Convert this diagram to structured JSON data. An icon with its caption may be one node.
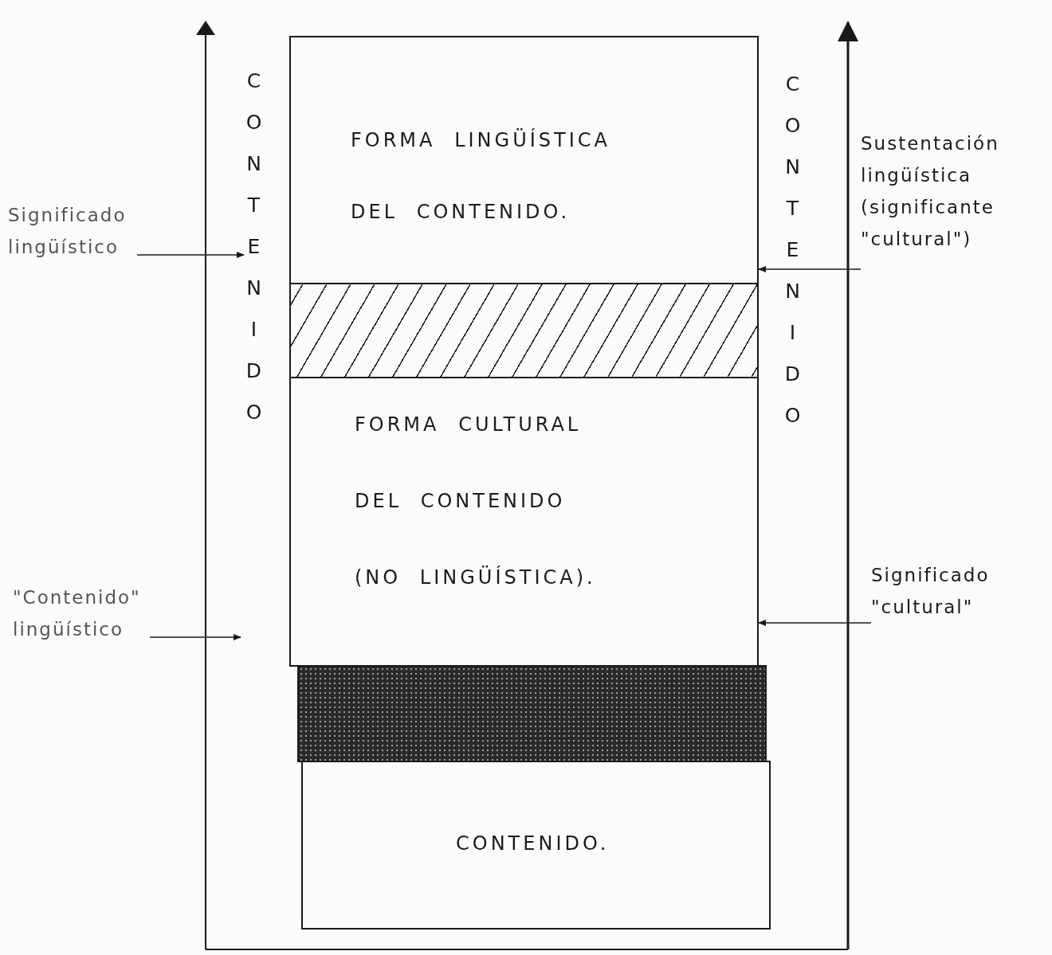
{
  "diagram": {
    "nodes": [
      {
        "text": [
          "FORMA LINGÜÍSTICA DEL CONTENIDO."
        ]
      },
      {
        "text": [],
        "shape": "bar"
      },
      {
        "text": [
          "FORMA CULTURAL DEL CONTENIDO (NO LINGÜÍSTICA)."
        ]
      },
      {
        "text": [],
        "shape": "bar"
      },
      {
        "text": [
          "CONTENIDO."
        ]
      },
      {
        "text": [
          "Significado lingüístico"
        ]
      },
      {
        "text": [
          "\"Contenido\" lingüístico"
        ]
      },
      {
        "text": [
          "Sustentación lingüística (significante \"cultural\")"
        ]
      },
      {
        "text": [
          "Significado \"cultural\""
        ]
      },
      {
        "text": [
          "CONTENIDO"
        ]
      }
    ],
    "edges": [
      {
        "from": 5,
        "to": 9,
        "arrow": "to"
      },
      {
        "from": 6,
        "to": null,
        "arrow": "to"
      },
      {
        "from": 7,
        "to": 0,
        "arrow": "to"
      },
      {
        "from": 8,
        "to": 2,
        "arrow": "to"
      }
    ],
    "labels": [
      "CONTENIDO"
    ]
  }
}
